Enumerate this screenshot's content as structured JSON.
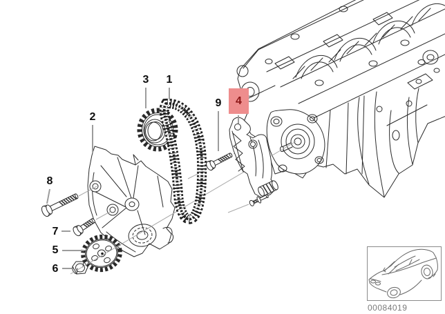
{
  "diagram": {
    "type": "exploded-parts-diagram",
    "subject": "oil-pump-with-timing-chain",
    "image_number": "00084019",
    "highlighted_callout": "4",
    "colors": {
      "highlight_bg": "#ee8d8d",
      "highlight_text": "#8c1616",
      "line": "#2a2a2a",
      "leader": "#9c9c9c",
      "label": "#0d0d0d",
      "image_number_text": "#7a7a7a"
    },
    "callouts": [
      {
        "number": "1",
        "highlighted": false
      },
      {
        "number": "2",
        "highlighted": false
      },
      {
        "number": "3",
        "highlighted": false
      },
      {
        "number": "4",
        "highlighted": true
      },
      {
        "number": "5",
        "highlighted": false
      },
      {
        "number": "6",
        "highlighted": false
      },
      {
        "number": "7",
        "highlighted": false
      },
      {
        "number": "8",
        "highlighted": false
      },
      {
        "number": "9",
        "highlighted": false
      }
    ]
  }
}
